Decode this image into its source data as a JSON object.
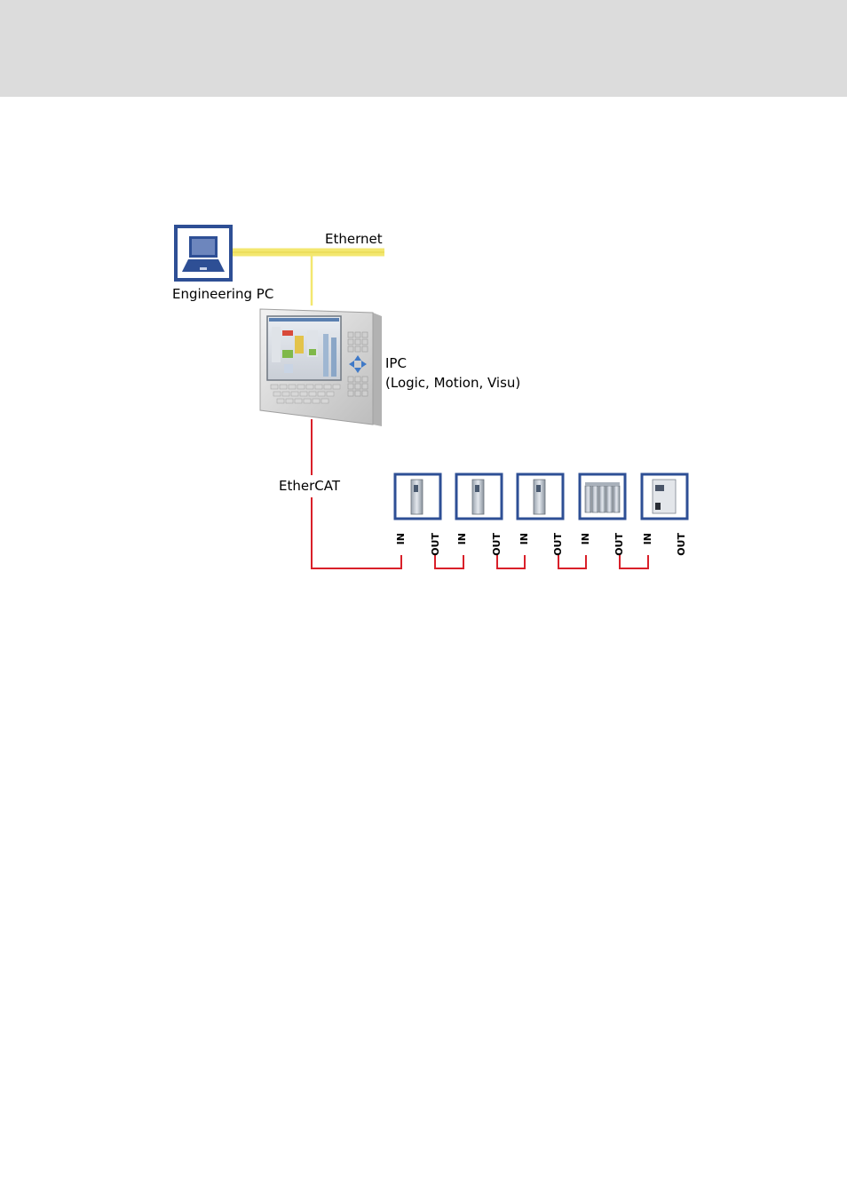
{
  "diagram": {
    "ethernet_label": "Ethernet",
    "engineering_pc_label": "Engineering PC",
    "ipc_label_line1": "IPC",
    "ipc_label_line2": "(Logic, Motion, Visu)",
    "ethercat_label": "EtherCAT",
    "colors": {
      "ethernet": "#f3e76f",
      "ethercat": "#d9202a",
      "frame": "#2e4f95"
    },
    "devices": [
      {
        "name": "servo-drive",
        "in_label": "IN",
        "out_label": "OUT"
      },
      {
        "name": "servo-drive",
        "in_label": "IN",
        "out_label": "OUT"
      },
      {
        "name": "servo-drive",
        "in_label": "IN",
        "out_label": "OUT"
      },
      {
        "name": "io-module",
        "in_label": "IN",
        "out_label": "OUT"
      },
      {
        "name": "frequency-inverter",
        "in_label": "IN",
        "out_label": "OUT"
      }
    ]
  }
}
